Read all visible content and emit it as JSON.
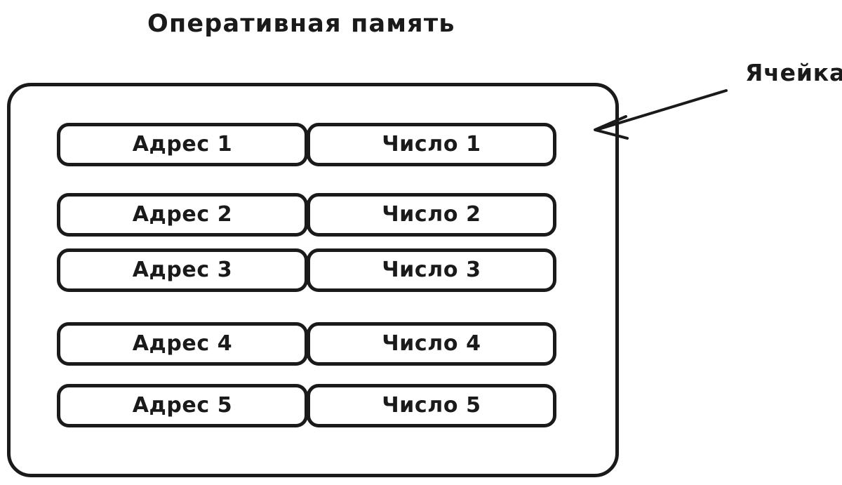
{
  "diagram": {
    "title": "Оперативная память",
    "background_color": "#ffffff",
    "stroke_color": "#1a1a1a",
    "rows": [
      {
        "address": "Адрес 1",
        "value": "Число 1"
      },
      {
        "address": "Адрес 2",
        "value": "Число 2"
      },
      {
        "address": "Адрес 3",
        "value": "Число 3"
      },
      {
        "address": "Адрес 4",
        "value": "Число 4"
      },
      {
        "address": "Адрес 5",
        "value": "Число 5"
      }
    ],
    "annotation": {
      "label": "Ячейка",
      "arrow": "arrow-left-icon",
      "points_to": "Адрес 1 / Число 1 row (cell)"
    }
  }
}
